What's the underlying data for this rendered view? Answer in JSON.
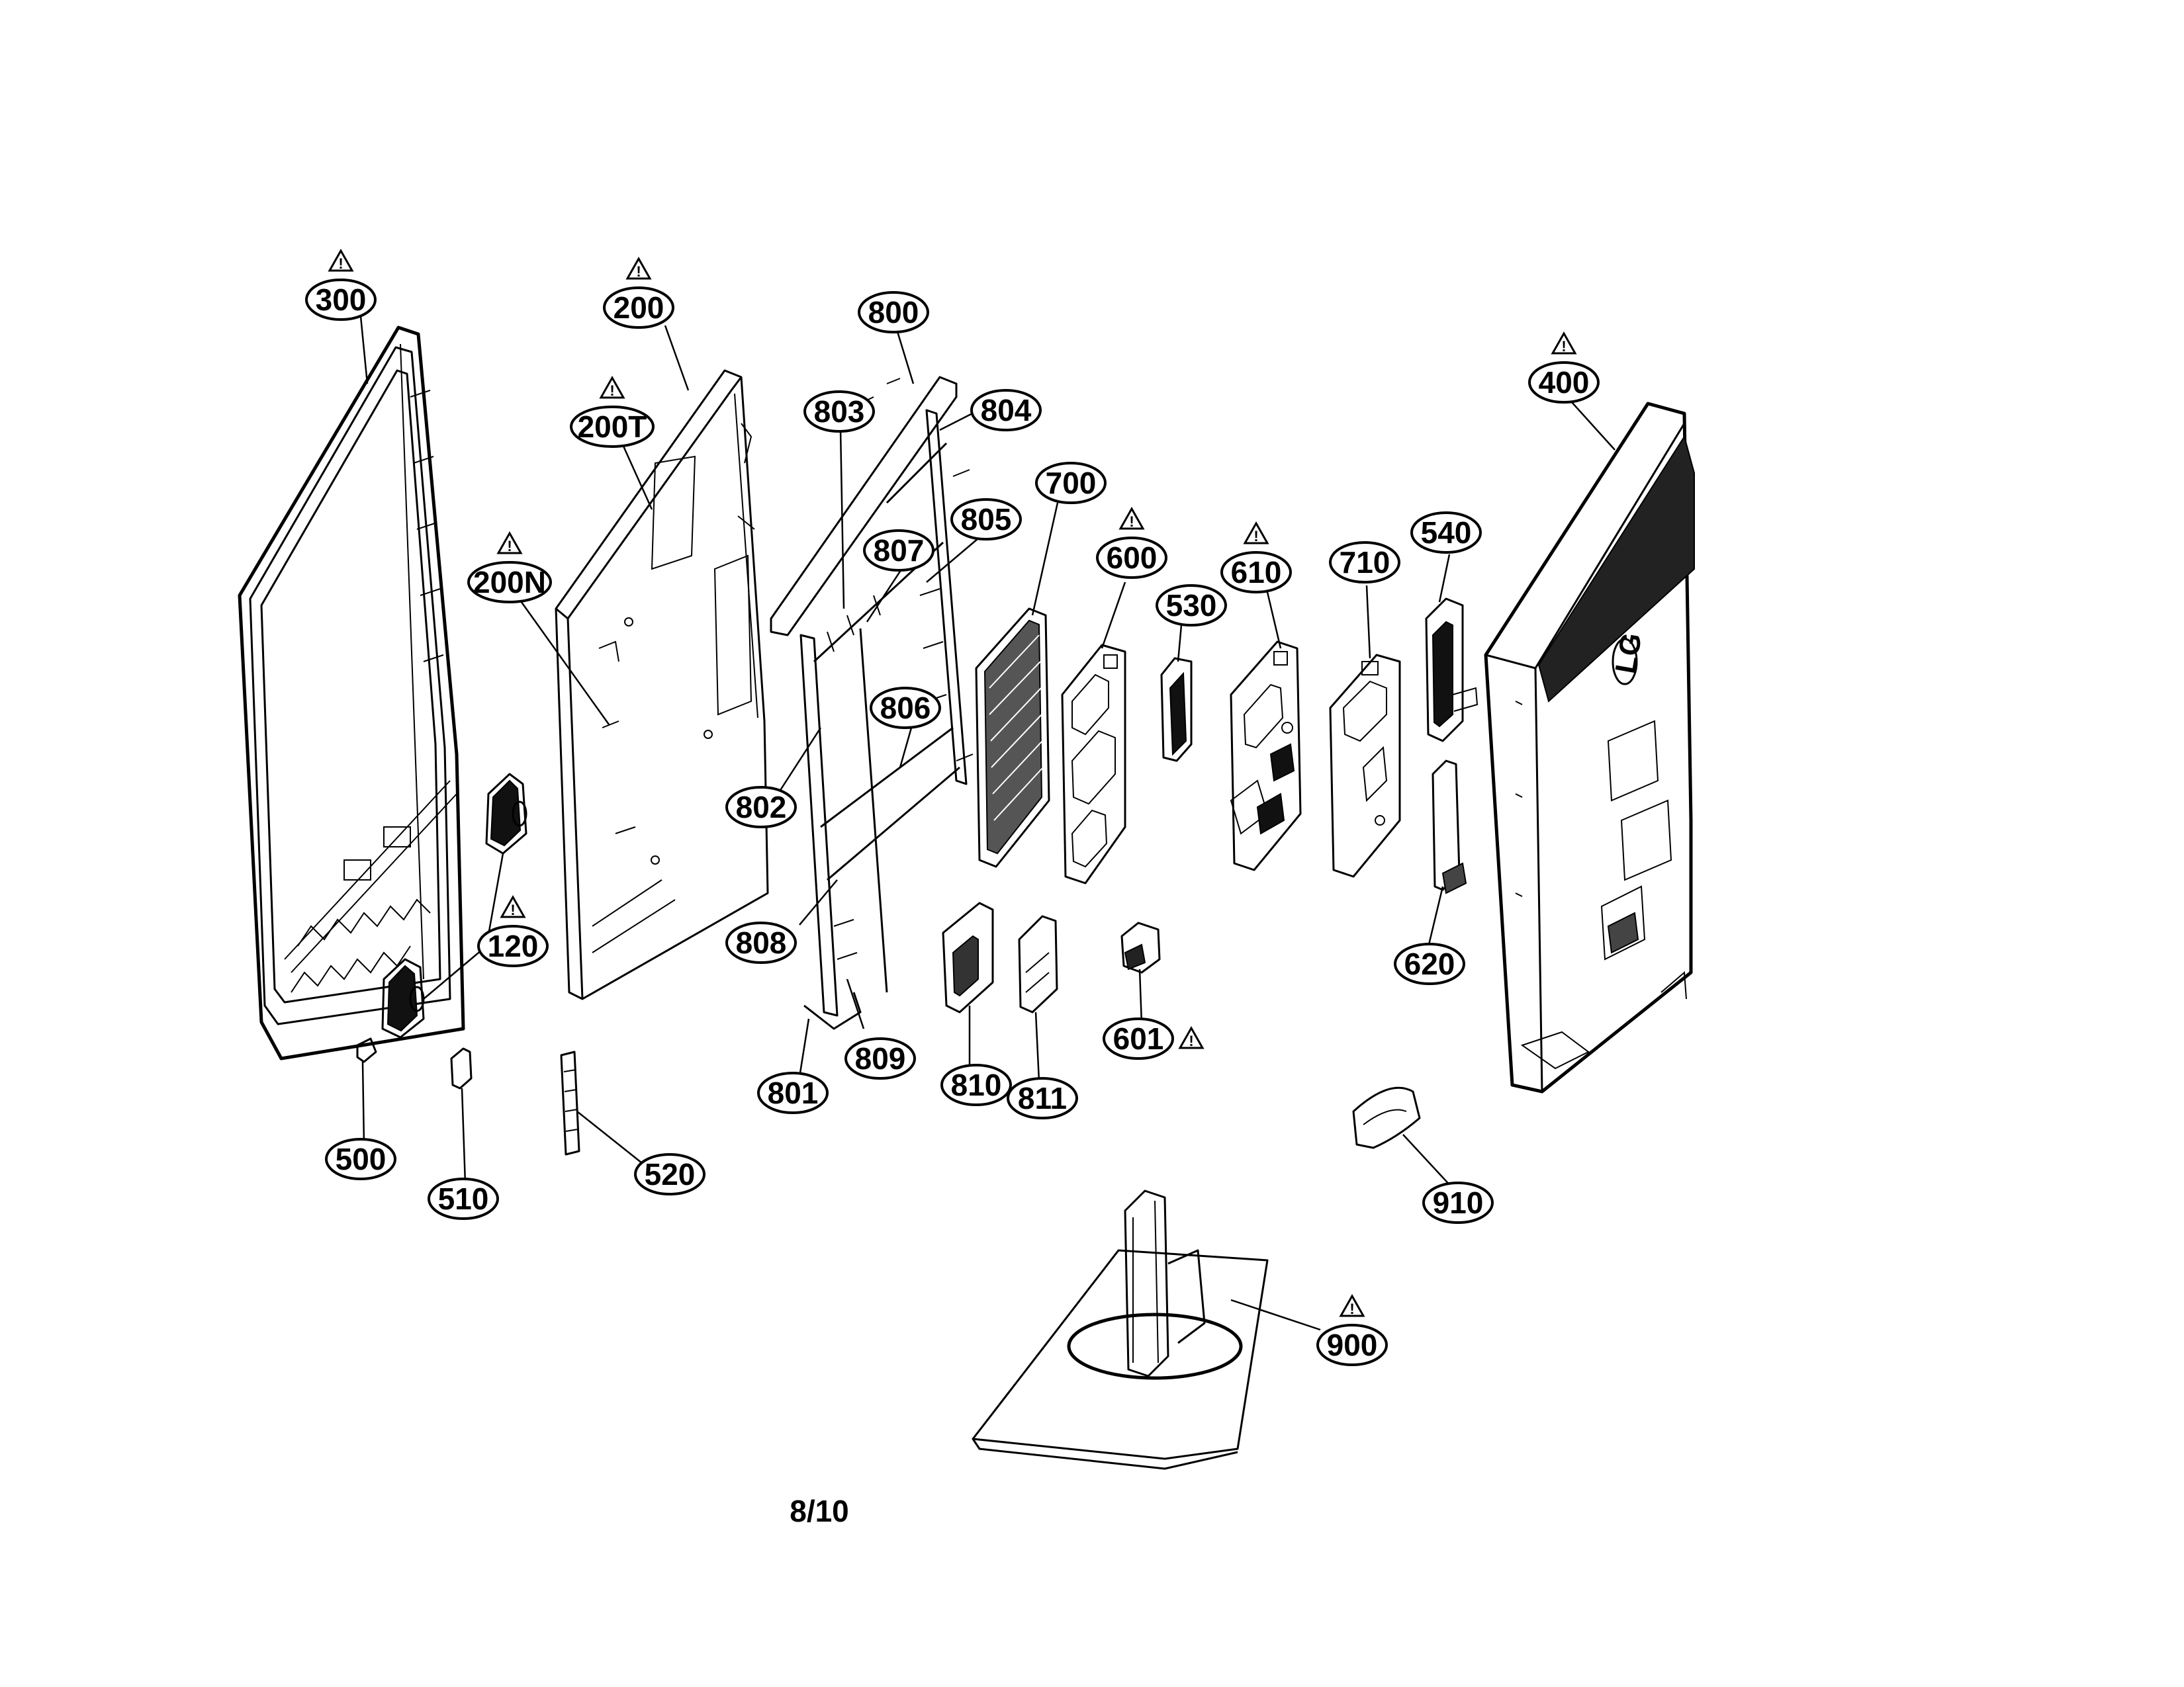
{
  "page_number": "8/10",
  "brand_logo": "LG",
  "callouts": [
    {
      "id": "300",
      "warning": true
    },
    {
      "id": "200",
      "warning": true
    },
    {
      "id": "200T",
      "warning": true
    },
    {
      "id": "200N",
      "warning": true
    },
    {
      "id": "120",
      "warning": true
    },
    {
      "id": "800",
      "warning": false
    },
    {
      "id": "803",
      "warning": false
    },
    {
      "id": "804",
      "warning": false
    },
    {
      "id": "805",
      "warning": false
    },
    {
      "id": "807",
      "warning": false
    },
    {
      "id": "806",
      "warning": false
    },
    {
      "id": "802",
      "warning": false
    },
    {
      "id": "808",
      "warning": false
    },
    {
      "id": "801",
      "warning": false
    },
    {
      "id": "809",
      "warning": false
    },
    {
      "id": "700",
      "warning": false
    },
    {
      "id": "600",
      "warning": true
    },
    {
      "id": "530",
      "warning": false
    },
    {
      "id": "610",
      "warning": true
    },
    {
      "id": "710",
      "warning": false
    },
    {
      "id": "540",
      "warning": false
    },
    {
      "id": "400",
      "warning": true
    },
    {
      "id": "620",
      "warning": false
    },
    {
      "id": "810",
      "warning": false
    },
    {
      "id": "811",
      "warning": false
    },
    {
      "id": "601",
      "warning": true
    },
    {
      "id": "500",
      "warning": false
    },
    {
      "id": "510",
      "warning": false
    },
    {
      "id": "520",
      "warning": false
    },
    {
      "id": "910",
      "warning": false
    },
    {
      "id": "900",
      "warning": true
    }
  ]
}
